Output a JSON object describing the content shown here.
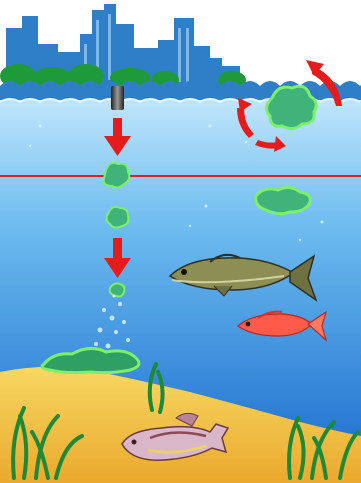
{
  "diagram": {
    "elements": [
      {
        "id": "sky",
        "label": "",
        "icon": "sky-background"
      },
      {
        "id": "city-skyline",
        "label": "",
        "icon": "city-skyline-icon"
      },
      {
        "id": "trees",
        "label": "",
        "icon": "tree-line-icon"
      },
      {
        "id": "water-surface",
        "label": "",
        "icon": "wave-icon"
      },
      {
        "id": "outfall-pipe",
        "label": "",
        "icon": "pipe-icon"
      },
      {
        "id": "surface-algae-bloom",
        "label": "",
        "icon": "algae-bloom-icon"
      },
      {
        "id": "circulation-arrows",
        "label": "",
        "icon": "circular-arrows-icon"
      },
      {
        "id": "thermocline-line",
        "label": "",
        "icon": "horizontal-line"
      },
      {
        "id": "sinking-algae",
        "label": "",
        "icon": "algae-particle-icon"
      },
      {
        "id": "downward-arrows",
        "label": "",
        "icon": "down-arrow-icon"
      },
      {
        "id": "fish",
        "label": "",
        "icon": "fish-icon"
      },
      {
        "id": "red-fish",
        "label": "",
        "icon": "fish-icon"
      },
      {
        "id": "bottom-algae",
        "label": "",
        "icon": "algae-mat-icon"
      },
      {
        "id": "dead-fish",
        "label": "",
        "icon": "dead-fish-icon"
      },
      {
        "id": "seagrass",
        "label": "",
        "icon": "seagrass-icon"
      },
      {
        "id": "sandy-bottom",
        "label": "",
        "icon": "sand-icon"
      }
    ],
    "colors": {
      "sky": "#ffffff",
      "city": "#2f7ec8",
      "trees": "#1f9a3a",
      "water_top": "#b9e3fb",
      "water_bottom": "#1a6fd0",
      "arrow": "#e41c1c",
      "thermocline": "#e02020",
      "algae": "#3fb37a",
      "algae_edge": "#7cf06a",
      "sand": "#f1c544",
      "seagrass": "#1d8a3a",
      "fish": "#8c8e54",
      "red_fish": "#ff5a4a"
    }
  }
}
